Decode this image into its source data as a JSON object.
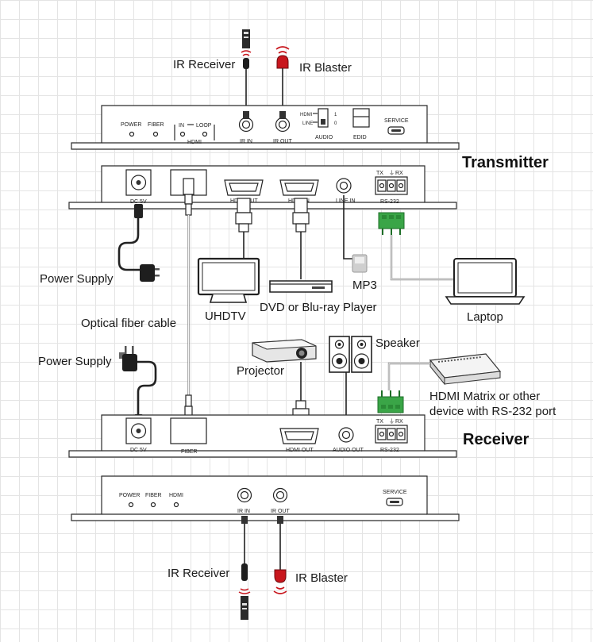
{
  "titles": {
    "transmitter": "Transmitter",
    "receiver": "Receiver"
  },
  "transmitter_front": {
    "power": "POWER",
    "fiber": "FIBER",
    "hdmi_in": "IN",
    "hdmi_loop": "LOOP",
    "hdmi": "HDMI",
    "ir_in": "IR IN",
    "ir_out": "IR OUT",
    "audio_hdmi": "HDMI",
    "audio_line": "LINE",
    "switch_1": "1",
    "switch_0": "0",
    "audio": "AUDIO",
    "edid": "EDID",
    "service": "SERVICE"
  },
  "transmitter_rear": {
    "dc": "DC 5V",
    "hdmi_out": "HDMI OUT",
    "hdmi_in": "HDMI IN",
    "line_in": "LINE  IN",
    "tx": "TX",
    "rx": "RX",
    "rs232": "RS-232"
  },
  "receiver_rear": {
    "dc": "DC 5V",
    "fiber": "FIBER",
    "hdmi_out": "HDMI OUT",
    "audio_out": "AUDIO OUT",
    "tx": "TX",
    "rx": "RX",
    "rs232": "RS-232"
  },
  "receiver_front": {
    "power": "POWER",
    "fiber": "FIBER",
    "hdmi": "HDMI",
    "ir_in": "IR IN",
    "ir_out": "IR OUT",
    "service": "SERVICE"
  },
  "labels": {
    "ir_receiver_top": "IR Receiver",
    "ir_blaster_top": "IR Blaster",
    "power_supply_1": "Power Supply",
    "mp3": "MP3",
    "uhdtv": "UHDTV",
    "dvd": "DVD or Blu-ray Player",
    "laptop": "Laptop",
    "optical_fiber": "Optical fiber cable",
    "power_supply_2": "Power Supply",
    "projector": "Projector",
    "speaker": "Speaker",
    "matrix_line1": "HDMI Matrix or other",
    "matrix_line2": "device with RS-232 port",
    "ir_receiver_bottom": "IR Receiver",
    "ir_blaster_bottom": "IR Blaster"
  },
  "colors": {
    "terminal_green": "#3aa547",
    "blaster_red": "#c8161d"
  }
}
